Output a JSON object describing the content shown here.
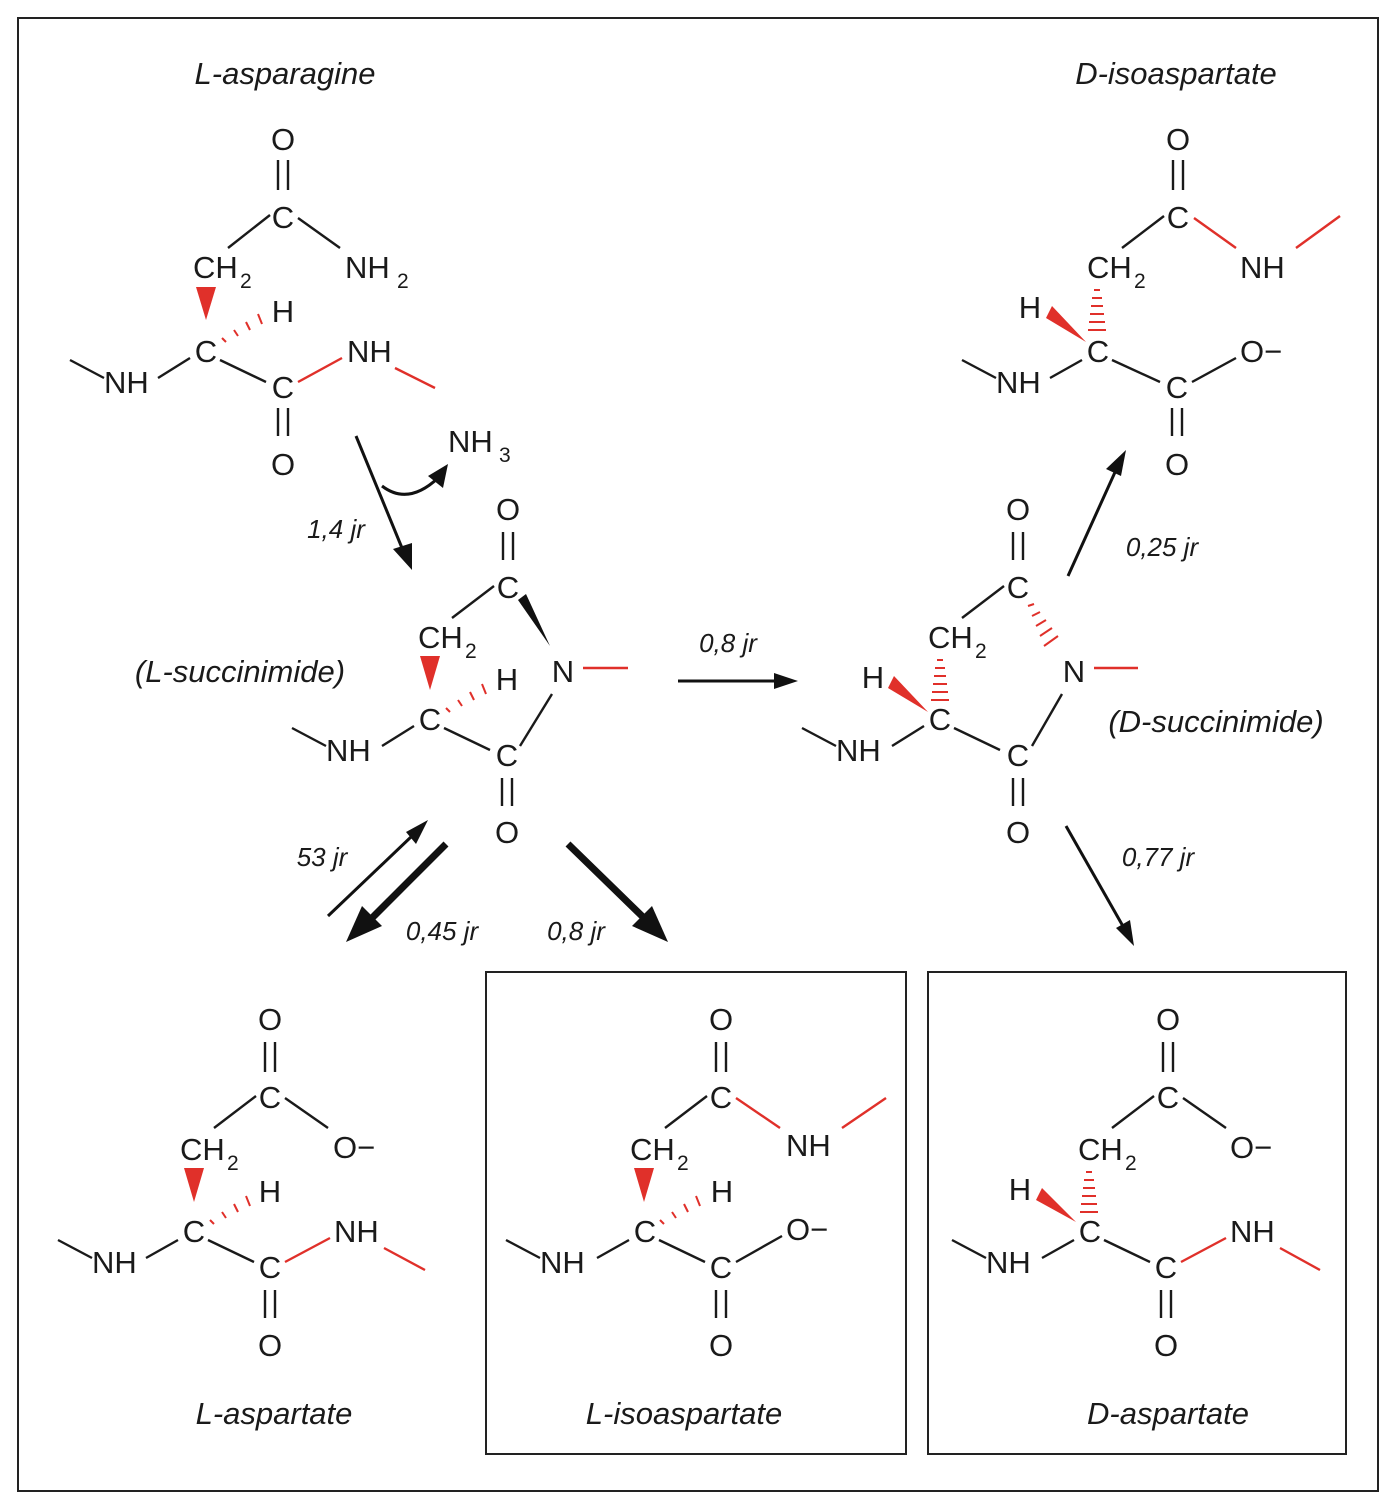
{
  "colors": {
    "peptide_bond": "#e0302a",
    "ink": "#1a1a1a"
  },
  "compounds": {
    "l_asparagine": "L-asparagine",
    "d_isoaspartate": "D-isoaspartate",
    "l_succinimide": "(L-succinimide)",
    "d_succinimide": "(D-succinimide)",
    "l_aspartate": "L-aspartate",
    "l_isoaspartate": "L-isoaspartate",
    "d_aspartate": "D-aspartate"
  },
  "rates": {
    "deamidation": "1,4 jr",
    "racemization": "0,8 jr",
    "d_to_isoasp": "0,25 jr",
    "d_to_asp": "0,77 jr",
    "l_to_asp": "0,45 jr",
    "l_to_isoasp": "0,8 jr",
    "asp_to_succ": "53 jr"
  },
  "byproduct": {
    "main": "NH",
    "sub": "3"
  },
  "atoms": {
    "O": "O",
    "C": "C",
    "N": "N",
    "H": "H",
    "NH": "NH",
    "CH": "CH",
    "sub2": "2",
    "Ominus": "O−"
  }
}
